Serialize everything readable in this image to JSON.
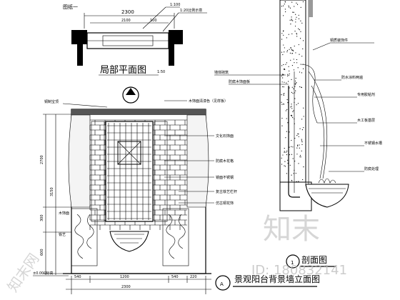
{
  "sheet": {
    "page_tag": "图纸一",
    "callout_top": "1:100",
    "callout_note": "1:20比例示意"
  },
  "plan": {
    "title": "局部平面图",
    "scale": "1:50",
    "dim_total": "2300",
    "dim_inner": "2100",
    "dim_sub": "100"
  },
  "elevation": {
    "title": "景观阳台背景墙立面图",
    "marker": "A",
    "top_note": "铜制宝顶",
    "callout_lamp": "木饰面清漆色（见样板）",
    "labels": [
      "文化石饰面",
      "防腐木花格",
      "镜面不锈钢",
      "复古铁艺栏杆",
      "仿古铜花饰"
    ],
    "left_labels": [
      "木饰面",
      "铁艺"
    ],
    "left_dims": [
      "2700",
      "300",
      "600"
    ],
    "right_dim": "3150",
    "bottom_dims": [
      "540",
      "1200",
      "540",
      "220"
    ],
    "bottom_total": "2300",
    "bottom_note": "±0.000标高"
  },
  "section": {
    "marker": "1",
    "title": "剖面图",
    "labels": [
      "铜质装饰件",
      "防水涂料两遍",
      "专用胶粘剂",
      "木工板基层",
      "不锈钢水槽",
      "防腐处理"
    ],
    "left_labels": [
      "墙体砌筑",
      "防腐木饰面板"
    ]
  },
  "watermark": {
    "brand": "知末",
    "side": "知末网",
    "id": "ID: 180832141"
  }
}
